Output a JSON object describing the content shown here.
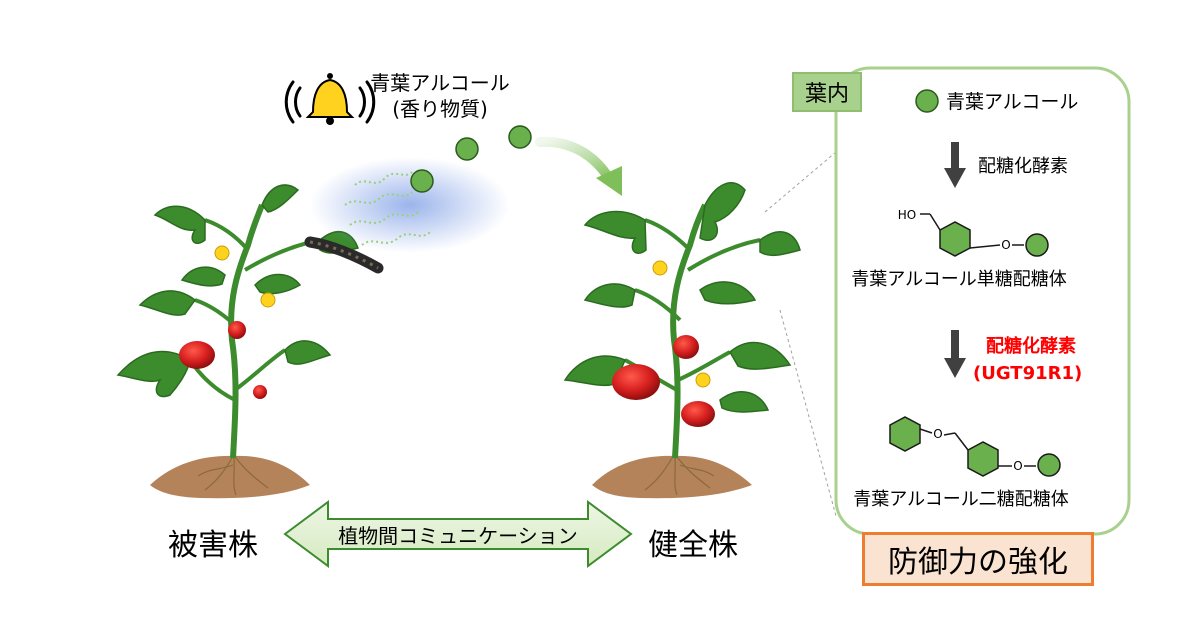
{
  "volatile": {
    "name": "青葉アルコール",
    "note": "(香り物質)"
  },
  "communication_label": "植物間コミュニケーション",
  "plants": {
    "damaged": "被害株",
    "healthy": "健全株"
  },
  "leaf_panel": {
    "tag": "葉内",
    "legend": "青葉アルコール",
    "step1_enzyme": "配糖化酵素",
    "product1": "青葉アルコール単糖配糖体",
    "step2_enzyme": "配糖化酵素",
    "step2_enzyme_id": "(UGT91R1)",
    "product2": "青葉アルコール二糖配糖体",
    "ho_label": "HO",
    "o_label": "O"
  },
  "result": "防御力の強化",
  "colors": {
    "molecule_green": "#6ab04c",
    "panel_border": "#a9d18e",
    "highlight_red": "#ff0000",
    "result_border": "#ed7d31",
    "result_fill": "#fbe3d1",
    "tomato_red": "#d61f1f",
    "leaf_green": "#3c8c2e",
    "soil": "#b5835a"
  }
}
